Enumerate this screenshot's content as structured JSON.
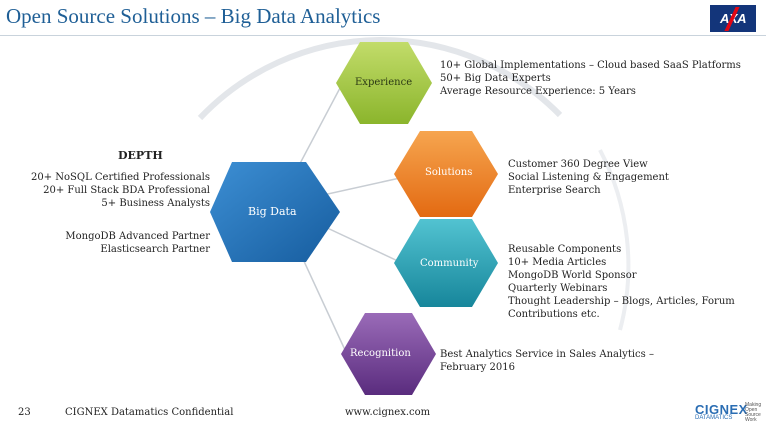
{
  "header": {
    "title": "Open Source Solutions – Big Data Analytics",
    "logo_text": "AXA"
  },
  "diagram": {
    "center_label": "Big Data",
    "depth_heading": "DEPTH",
    "depth_lines": [
      "20+ NoSQL Certified Professionals",
      "20+ Full Stack BDA Professional",
      "5+ Business Analysts"
    ],
    "partner_lines": [
      "MongoDB Advanced Partner",
      "Elasticsearch Partner"
    ],
    "nodes": [
      {
        "label": "Experience",
        "lines": [
          "10+ Global Implementations – Cloud based SaaS Platforms",
          "50+ Big Data Experts",
          "Average  Resource Experience: 5 Years"
        ]
      },
      {
        "label": "Solutions",
        "lines": [
          "Customer 360 Degree View",
          "Social Listening & Engagement",
          "Enterprise Search"
        ]
      },
      {
        "label": "Community",
        "lines": [
          "Reusable Components",
          "10+ Media Articles",
          "MongoDB World Sponsor",
          "Quarterly Webinars",
          "Thought Leadership – Blogs, Articles, Forum",
          "Contributions etc."
        ]
      },
      {
        "label": "Recognition",
        "lines": [
          "Best Analytics Service in Sales Analytics –",
          "February 2016"
        ]
      }
    ],
    "colors": {
      "experience": "#9dc43c",
      "solutions": "#ee7a1f",
      "community": "#22a0b4",
      "recognition": "#6d3a8f",
      "center": "#1e6fb5"
    }
  },
  "footer": {
    "page_number": "23",
    "confidential": "CIGNEX Datamatics Confidential",
    "url": "www.cignex.com",
    "brand": "CIGNEX",
    "brand_sub": "DATAMATICS",
    "brand_tagline": [
      "Making",
      "Open Source",
      "Work"
    ]
  }
}
